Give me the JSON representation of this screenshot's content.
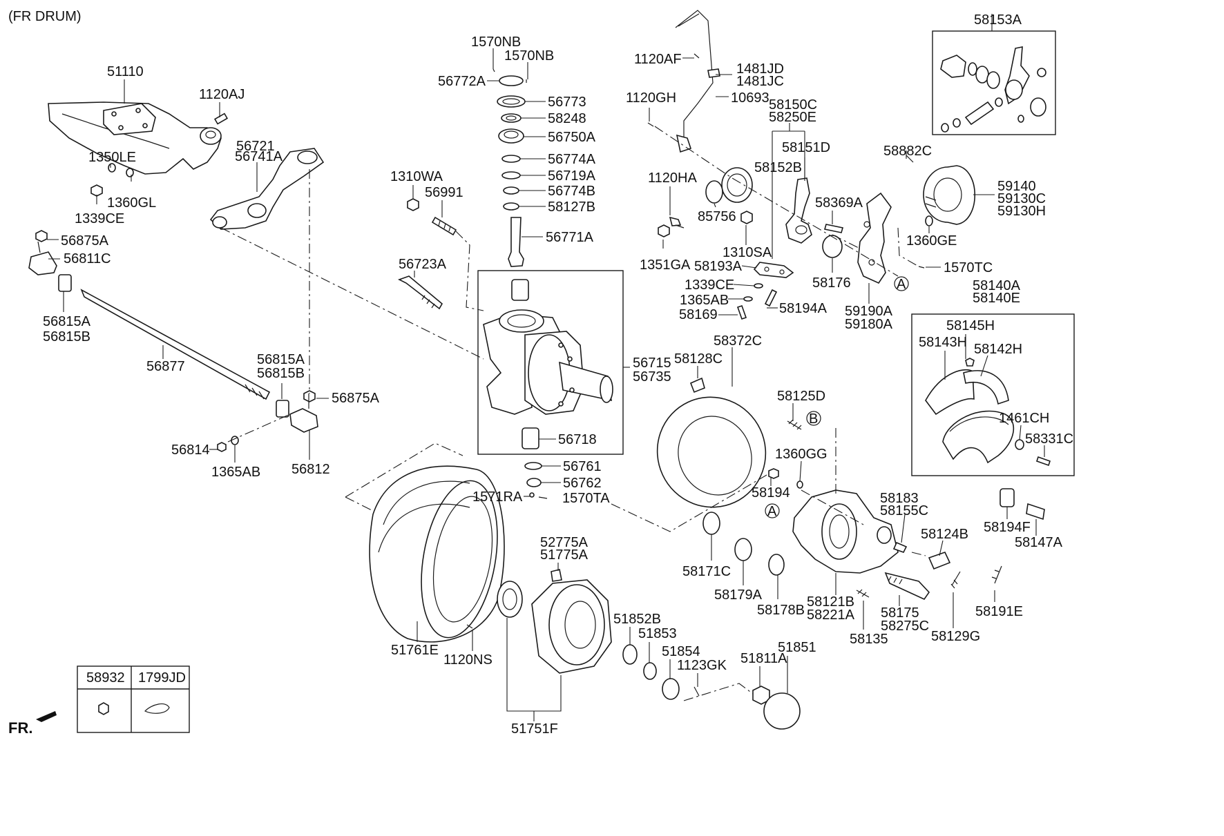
{
  "header": {
    "title": "(FR DRUM)"
  },
  "orientation": {
    "text": "FR."
  },
  "circle_refs": {
    "a": "A",
    "b": "B"
  },
  "legend_table": {
    "col1": "58932",
    "col2": "1799JD"
  },
  "callouts": {
    "p58153A": "58153A",
    "p51110": "51110",
    "p1120AJ": "1120AJ",
    "p56721": "56721",
    "p56741A": "56741A",
    "p1350LE": "1350LE",
    "p1360GL": "1360GL",
    "p1339CE_a": "1339CE",
    "p56875A_a": "56875A",
    "p56811C": "56811C",
    "p56815A_a": "56815A",
    "p56815B_a": "56815B",
    "p56877": "56877",
    "p56815A_b": "56815A",
    "p56815B_b": "56815B",
    "p56875A_b": "56875A",
    "p56814": "56814",
    "p1365AB_a": "1365AB",
    "p56812": "56812",
    "p1570NB_a": "1570NB",
    "p1570NB_b": "1570NB",
    "p56772A": "56772A",
    "p56773": "56773",
    "p58248": "58248",
    "p56750A": "56750A",
    "p56774A": "56774A",
    "p56719A": "56719A",
    "p56774B": "56774B",
    "p58127B": "58127B",
    "p56771A": "56771A",
    "p1310WA": "1310WA",
    "p56991": "56991",
    "p56723A": "56723A",
    "p56715": "56715",
    "p56735": "56735",
    "p56718": "56718",
    "p56761": "56761",
    "p56762": "56762",
    "p1571RA": "1571RA",
    "p1570TA": "1570TA",
    "p1120AF": "1120AF",
    "p1481JD": "1481JD",
    "p1481JC": "1481JC",
    "p1120GH": "1120GH",
    "p10693": "10693",
    "p58150C": "58150C",
    "p58250E": "58250E",
    "p58151D": "58151D",
    "p58152B": "58152B",
    "p1120HA": "1120HA",
    "p85756": "85756",
    "p1310SA": "1310SA",
    "p1351GA": "1351GA",
    "p58193A": "58193A",
    "p1339CE_b": "1339CE",
    "p1365AB_b": "1365AB",
    "p58169": "58169",
    "p58194A": "58194A",
    "p58369A": "58369A",
    "p58176": "58176",
    "p59190A": "59190A",
    "p59180A": "59180A",
    "p58882C": "58882C",
    "p59140": "59140",
    "p59130C": "59130C",
    "p59130H": "59130H",
    "p1360GE": "1360GE",
    "p1570TC": "1570TC",
    "p58140A": "58140A",
    "p58140E": "58140E",
    "p58145H": "58145H",
    "p58143H": "58143H",
    "p58142H": "58142H",
    "p1461CH": "1461CH",
    "p58331C": "58331C",
    "p58372C": "58372C",
    "p58128C": "58128C",
    "p58125D": "58125D",
    "p1360GG": "1360GG",
    "p58194": "58194",
    "p58183": "58183",
    "p58155C": "58155C",
    "p58124B": "58124B",
    "p58194F": "58194F",
    "p58147A": "58147A",
    "p58171C": "58171C",
    "p58179A": "58179A",
    "p58178B": "58178B",
    "p58121B": "58121B",
    "p58221A": "58221A",
    "p58175": "58175",
    "p58275C": "58275C",
    "p58135": "58135",
    "p58129G": "58129G",
    "p58191E": "58191E",
    "p52775A": "52775A",
    "p51775A": "51775A",
    "p51761E": "51761E",
    "p1120NS": "1120NS",
    "p51852B": "51852B",
    "p51853": "51853",
    "p51854": "51854",
    "p1123GK": "1123GK",
    "p51811A": "51811A",
    "p51851": "51851",
    "p51751F": "51751F"
  }
}
